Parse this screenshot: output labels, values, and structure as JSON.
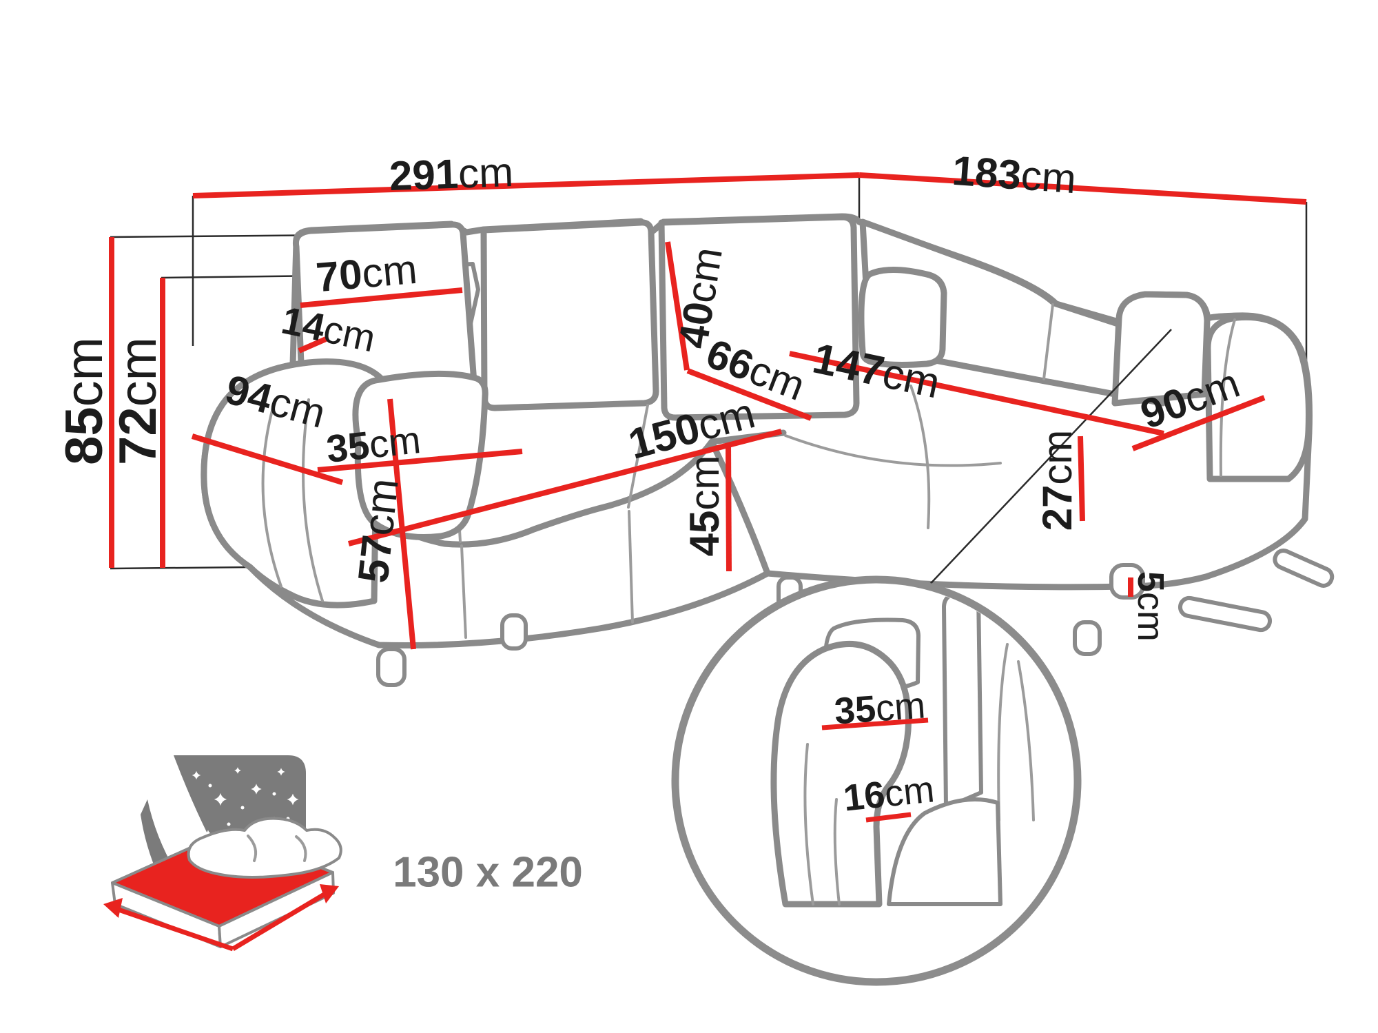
{
  "diagram": {
    "description": "Corner sofa-bed dimension diagram with measurement lines and sleeping-area icon",
    "colors": {
      "dimension_red": "#e8231f",
      "outline_gray": "#8a8a8a",
      "label_black": "#1c1c1c",
      "icon_gray": "#7b7b7b"
    },
    "dims": {
      "total_width": {
        "value": "291",
        "unit": "cm"
      },
      "total_depth": {
        "value": "183",
        "unit": "cm"
      },
      "total_height": {
        "value": "85",
        "unit": "cm"
      },
      "backrest_height": {
        "value": "72",
        "unit": "cm"
      },
      "back_cushion_width": {
        "value": "70",
        "unit": "cm"
      },
      "back_frame_depth": {
        "value": "14",
        "unit": "cm"
      },
      "back_cushion_height": {
        "value": "40",
        "unit": "cm"
      },
      "corner_seat_depth": {
        "value": "66",
        "unit": "cm"
      },
      "armrest_depth": {
        "value": "94",
        "unit": "cm"
      },
      "armrest_width": {
        "value": "35",
        "unit": "cm"
      },
      "armrest_front_height": {
        "value": "57",
        "unit": "cm"
      },
      "seat_width": {
        "value": "150",
        "unit": "cm"
      },
      "seat_height": {
        "value": "45",
        "unit": "cm"
      },
      "chaise_length": {
        "value": "147",
        "unit": "cm"
      },
      "chaise_width": {
        "value": "90",
        "unit": "cm"
      },
      "chaise_cushion_height": {
        "value": "27",
        "unit": "cm"
      },
      "leg_height": {
        "value": "5",
        "unit": "cm"
      },
      "detail_arm_top_width": {
        "value": "35",
        "unit": "cm"
      },
      "detail_arm_base_width": {
        "value": "16",
        "unit": "cm"
      }
    },
    "sleeping_area": {
      "label": "130 x 220"
    }
  }
}
